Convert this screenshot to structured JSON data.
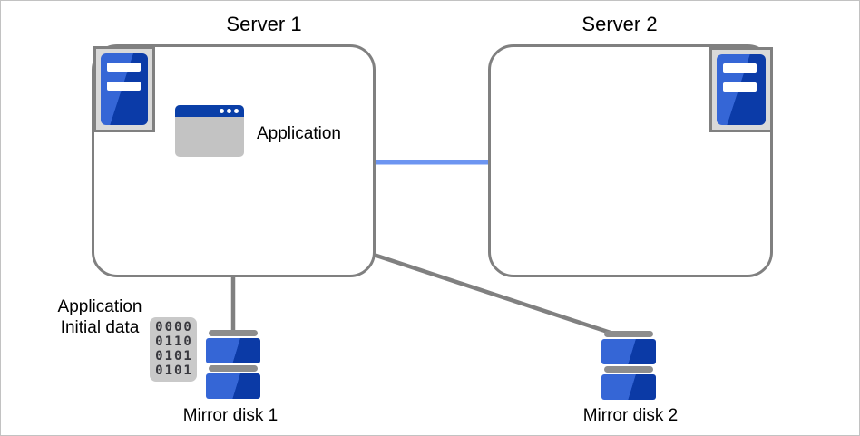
{
  "diagram": {
    "server1": {
      "title": "Server 1"
    },
    "server2": {
      "title": "Server 2"
    },
    "application": {
      "label": "Application"
    },
    "initial_data": {
      "line1": "Application",
      "line2": "Initial data"
    },
    "binary_icon": {
      "rows": [
        "0000",
        "0110",
        "0101",
        "0101"
      ]
    },
    "disk1": {
      "label": "Mirror disk 1"
    },
    "disk2": {
      "label": "Mirror disk 2"
    }
  },
  "colors": {
    "box_border": "#808080",
    "connector_gray": "#808080",
    "connector_blue": "#6d95f1",
    "icon_blue_light": "#3566d6",
    "icon_blue_dark": "#0b3ba8",
    "titlebar_blue": "#0a3fa8",
    "icon_frame_gray": "#d9d9d9",
    "window_body_gray": "#c3c3c3",
    "binary_bg_gray": "#c9c9c9",
    "disk_cap_gray": "#8d8d8d",
    "text": "#000000"
  }
}
